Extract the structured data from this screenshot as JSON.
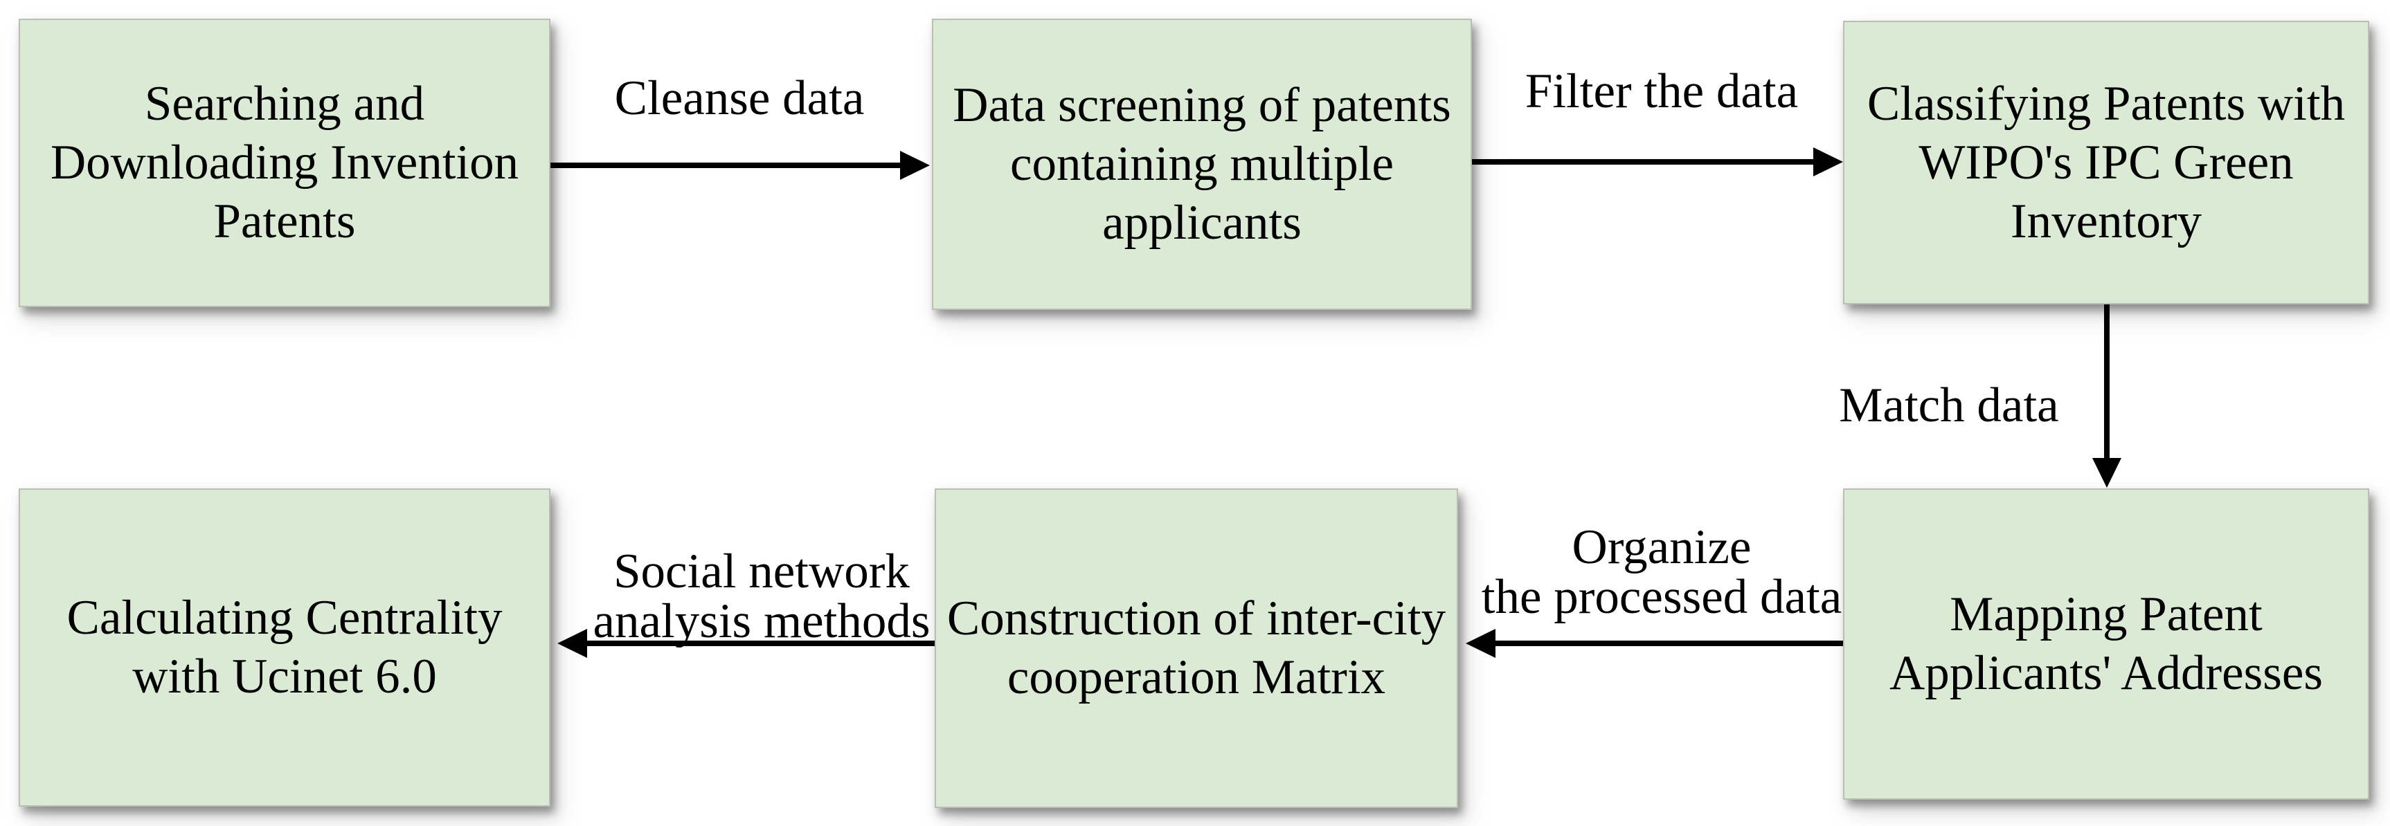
{
  "flowchart": {
    "description": "Patent data processing flow diagram",
    "colors": {
      "box_fill": "#dbead5",
      "box_border": "#b9c0b3",
      "arrow_color": "#000000",
      "text_color": "#000000",
      "background": "#ffffff"
    },
    "boxes": [
      {
        "id": "searching-downloading-patents",
        "label": "Searching and Downloading Invention Patents",
        "lines": [
          "Searching and",
          "Downloading Invention",
          "Patents"
        ]
      },
      {
        "id": "data-screening",
        "label": "Data screening of patents containing multiple applicants",
        "lines": [
          "Data screening of patents",
          "containing multiple",
          "applicants"
        ]
      },
      {
        "id": "classifying-patents",
        "label": "Classifying Patents with WIPO's IPC Green Inventory",
        "lines": [
          "Classifying Patents with",
          "WIPO's IPC Green",
          "Inventory"
        ]
      },
      {
        "id": "mapping-addresses",
        "label": "Mapping Patent Applicants' Addresses",
        "lines": [
          "Mapping Patent",
          "Applicants' Addresses"
        ]
      },
      {
        "id": "construction-matrix",
        "label": "Construction of inter-city cooperation Matrix",
        "lines": [
          "Construction of inter-city",
          "cooperation Matrix"
        ]
      },
      {
        "id": "calculating-centrality",
        "label": "Calculating Centrality with Ucinet 6.0",
        "lines": [
          "Calculating Centrality",
          "with Ucinet 6.0"
        ]
      }
    ],
    "arrows": [
      {
        "id": "cleanse-data",
        "from": "searching-downloading-patents",
        "to": "data-screening",
        "direction": "right",
        "label": "Cleanse data",
        "lines": [
          "Cleanse data"
        ]
      },
      {
        "id": "filter-the-data",
        "from": "data-screening",
        "to": "classifying-patents",
        "direction": "right",
        "label": "Filter the data",
        "lines": [
          "Filter the data"
        ]
      },
      {
        "id": "match-data",
        "from": "classifying-patents",
        "to": "mapping-addresses",
        "direction": "down",
        "label": "Match data",
        "lines": [
          "Match data"
        ]
      },
      {
        "id": "organize-processed-data",
        "from": "mapping-addresses",
        "to": "construction-matrix",
        "direction": "left",
        "label": "Organize the processed data",
        "lines": [
          "Organize",
          "the processed data"
        ]
      },
      {
        "id": "social-network-analysis",
        "from": "construction-matrix",
        "to": "calculating-centrality",
        "direction": "left",
        "label": "Social network analysis methods",
        "lines": [
          "Social network",
          "analysis methods"
        ]
      }
    ]
  }
}
